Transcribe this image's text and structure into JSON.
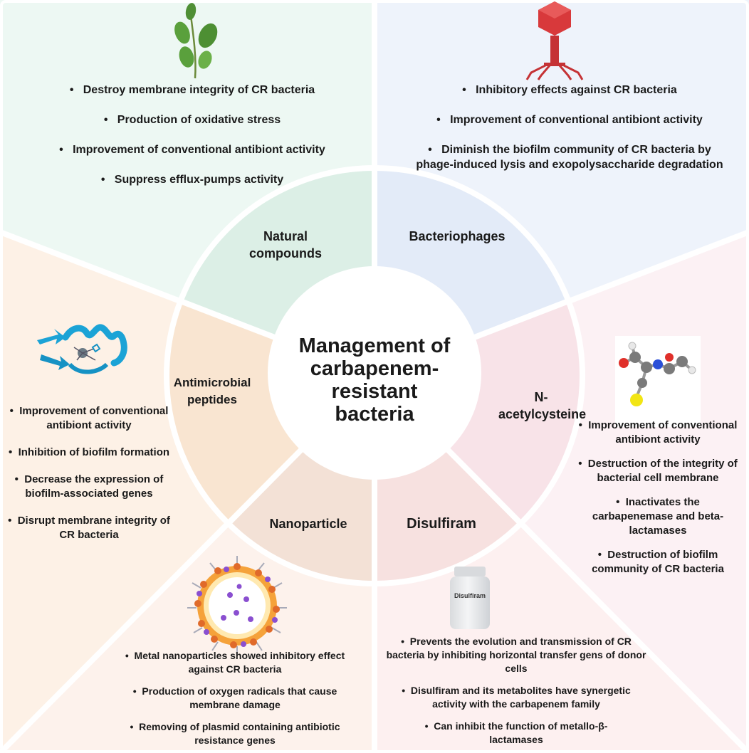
{
  "center": {
    "lines": [
      "Management of",
      "carbapenem-resistant",
      "bacteria"
    ]
  },
  "sections": {
    "natural_compounds": {
      "label_lines": [
        "Natural",
        "compounds"
      ],
      "icon": "leaf-plant",
      "bullets": [
        "Destroy membrane integrity of CR  bacteria",
        "Production  of  oxidative stress",
        "Improvement of conventional antibiont activity",
        "Suppress efflux-pumps activity"
      ]
    },
    "bacteriophages": {
      "label": "Bacteriophages",
      "icon": "bacteriophage",
      "bullets": [
        "Inhibitory effects against CR  bacteria",
        "Improvement of conventional antibiont activity",
        "Diminish the biofilm community of CR bacteria by phage-induced lysis and exopolysaccharide degradation"
      ]
    },
    "antimicrobial_peptides": {
      "label_lines": [
        "Antimicrobial",
        "peptides"
      ],
      "icon": "peptide-ribbon",
      "bullets": [
        "Improvement of conventional antibiont activity",
        "Inhibition of biofilm formation",
        "Decrease the expression of biofilm-associated genes",
        "Disrupt membrane integrity of CR bacteria"
      ]
    },
    "n_acetylcysteine": {
      "label_lines": [
        "N-",
        "acetylcysteine"
      ],
      "icon": "molecule-ball-stick",
      "bullets": [
        "Improvement of conventional antibiont activity",
        "Destruction of the integrity of bacterial cell membrane",
        "Inactivates the carbapenemase and  beta-lactamases",
        "Destruction of biofilm community of CR bacteria"
      ]
    },
    "nanoparticle": {
      "label": "Nanoparticle",
      "icon": "liposome-nanoparticle",
      "bullets": [
        "Metal nanoparticles showed inhibitory effect against CR bacteria",
        "Production of oxygen radicals that cause membrane damage",
        "Removing of plasmid containing antibiotic resistance genes"
      ]
    },
    "disulfiram": {
      "label": "Disulfiram",
      "icon": "pill-bottle",
      "bottle_label": "Disulfiram",
      "bullets": [
        "Prevents the evolution and transmission of CR bacteria by inhibiting horizontal transfer gens of donor cells",
        "Disulfiram and its metabolites have synergetic activity with the carbapenem family",
        "Can inhibit the function of metallo-β-lactamases"
      ]
    }
  },
  "colors": {
    "natural_outer": "#edf8f3",
    "natural_inner": "#dcefe6",
    "phage_outer": "#eef3fb",
    "phage_inner": "#e3ebf8",
    "nac_outer": "#fcf1f4",
    "nac_inner": "#f8e3e8",
    "disulfiram_outer": "#fdf0f0",
    "disulfiram_inner": "#f7e1e0",
    "nano_outer": "#fdf2ec",
    "nano_inner": "#f3e1d6",
    "amp_outer": "#fdf1e6",
    "amp_inner": "#f9e5d1",
    "separator": "#ffffff"
  }
}
